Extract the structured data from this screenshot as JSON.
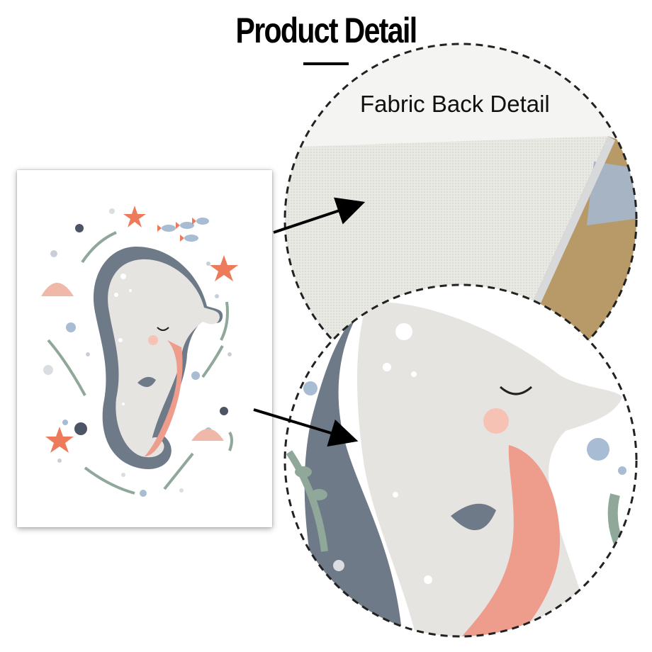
{
  "header": {
    "title": "Product Detail"
  },
  "fabric_detail": {
    "label": "Fabric Back Detail"
  },
  "colors": {
    "seahorse_body": "#e5e4e0",
    "seahorse_mane": "#6f7a88",
    "seahorse_belly": "#ee9c8c",
    "cheek": "#f6c2b4",
    "seaweed": "#8fa89a",
    "starfish": "#ee7a5c",
    "shell": "#f0b8a8",
    "dot_blue": "#a8bcd4",
    "fabric": "#e9e9e4",
    "wood": "#b89a68"
  },
  "icons": [
    "seahorse-illustration",
    "starfish-icon",
    "shell-icon",
    "seaweed-icon",
    "fish-icon",
    "arrow-icon"
  ]
}
